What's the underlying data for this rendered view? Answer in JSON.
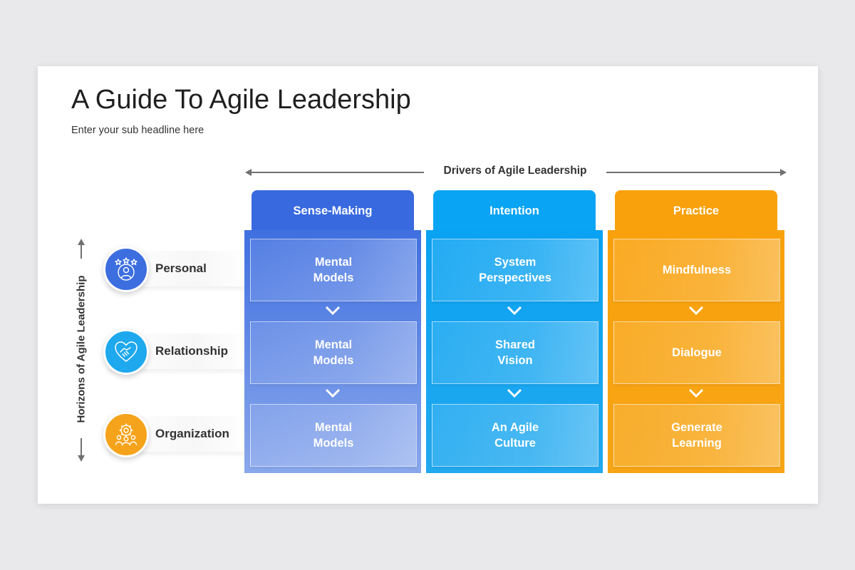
{
  "title": "A Guide To Agile Leadership",
  "subtitle": "Enter your sub headline here",
  "drivers_label": "Drivers of Agile Leadership",
  "horizons_label": "Horizons of Agile Leadership",
  "rows": [
    {
      "label": "Personal",
      "icon": "user-stars-icon",
      "color": "#3d6ee0"
    },
    {
      "label": "Relationship",
      "icon": "handshake-heart-icon",
      "color": "#1ea8ee"
    },
    {
      "label": "Organization",
      "icon": "team-gear-icon",
      "color": "#f5a31a"
    }
  ],
  "columns": [
    {
      "header": "Sense-Making",
      "head_color": "#3869df",
      "body_top": "#3f6fe0",
      "body_bottom": "#8aa8ec",
      "cells": [
        [
          "Mental",
          "Models"
        ],
        [
          "Mental",
          "Models"
        ],
        [
          "Mental",
          "Models"
        ]
      ]
    },
    {
      "header": "Intention",
      "head_color": "#09a4f3",
      "body_top": "#0aa2f2",
      "body_bottom": "#22a9ef",
      "cells": [
        [
          "System",
          "Perspectives"
        ],
        [
          "Shared",
          "Vision"
        ],
        [
          "An Agile",
          "Culture"
        ]
      ]
    },
    {
      "header": "Practice",
      "head_color": "#f9a10c",
      "body_top": "#f9a10c",
      "body_bottom": "#f7a516",
      "cells": [
        [
          "Mindfulness"
        ],
        [
          "Dialogue"
        ],
        [
          "Generate",
          "Learning"
        ]
      ]
    }
  ],
  "chevron_icon": "chevron-down-icon"
}
